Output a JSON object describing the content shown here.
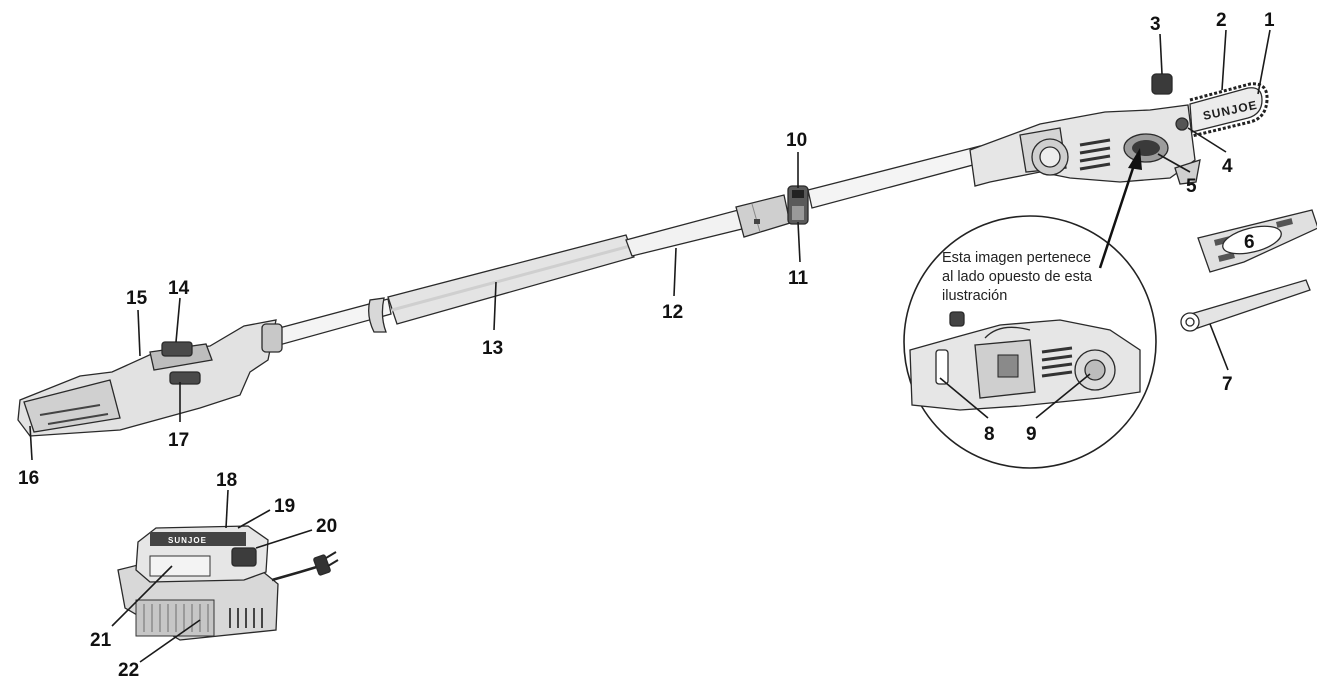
{
  "inset_note": [
    "Esta imagen pertenece",
    "al lado opuesto de esta",
    "ilustración"
  ],
  "brand_text": "SUNJOE",
  "battery_brand_text": "SUNJOE",
  "part_numbers": {
    "p1": "1",
    "p2": "2",
    "p3": "3",
    "p4": "4",
    "p5": "5",
    "p6": "6",
    "p7": "7",
    "p8": "8",
    "p9": "9",
    "p10": "10",
    "p11": "11",
    "p12": "12",
    "p13": "13",
    "p14": "14",
    "p15": "15",
    "p16": "16",
    "p17": "17",
    "p18": "18",
    "p19": "19",
    "p20": "20",
    "p21": "21",
    "p22": "22"
  }
}
